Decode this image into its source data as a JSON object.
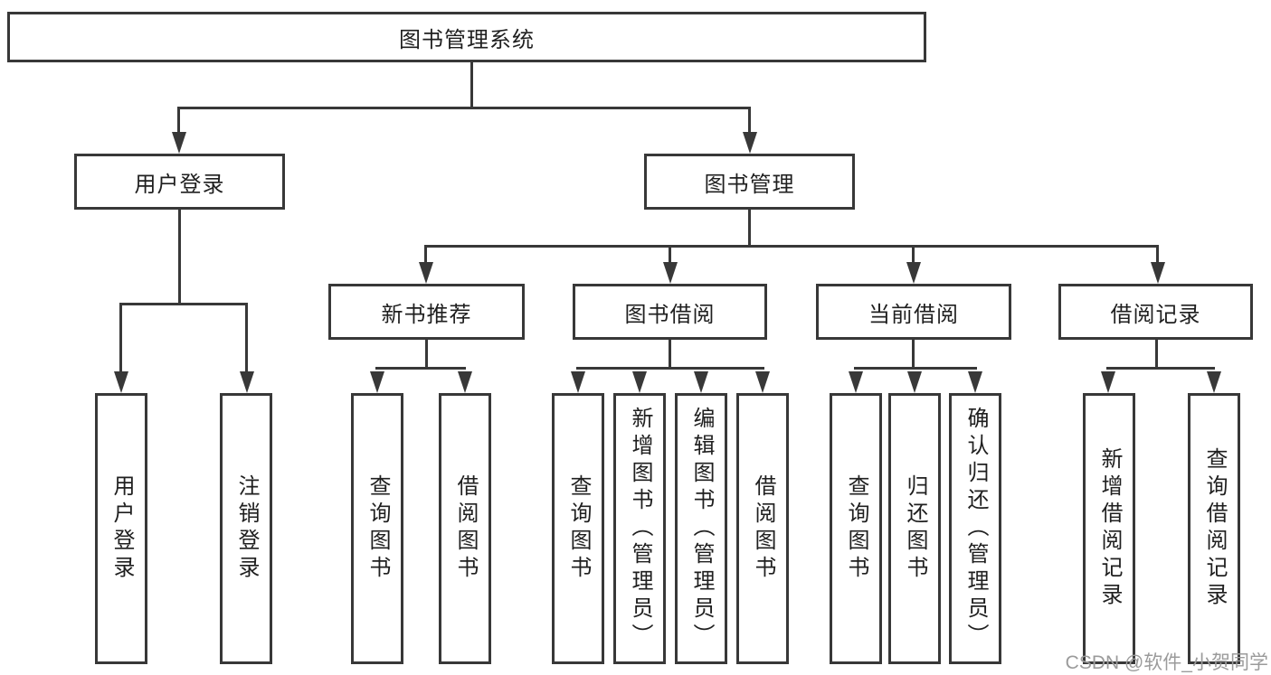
{
  "nodes": {
    "root": {
      "label": "图书管理系统"
    },
    "user_login": {
      "label": "用户登录",
      "children": [
        "用户登录",
        "注销登录"
      ]
    },
    "book_mgmt": {
      "label": "图书管理"
    },
    "new_book_rec": {
      "label": "新书推荐",
      "children": [
        "查询图书",
        "借阅图书"
      ]
    },
    "book_borrow": {
      "label": "图书借阅",
      "children": [
        "查询图书",
        "新增图书（管理员）",
        "编辑图书（管理员）",
        "借阅图书"
      ]
    },
    "current_borrow": {
      "label": "当前借阅",
      "children": [
        "查询图书",
        "归还图书",
        "确认归还（管理员）"
      ]
    },
    "borrow_records": {
      "label": "借阅记录",
      "children": [
        "新增借阅记录",
        "查询借阅记录"
      ]
    }
  },
  "watermark": "CSDN @软件_小贺同学",
  "colors": {
    "line": "#383838",
    "text": "#1f1f1f",
    "background": "#ffffff",
    "watermark": "#9b9b9b"
  }
}
